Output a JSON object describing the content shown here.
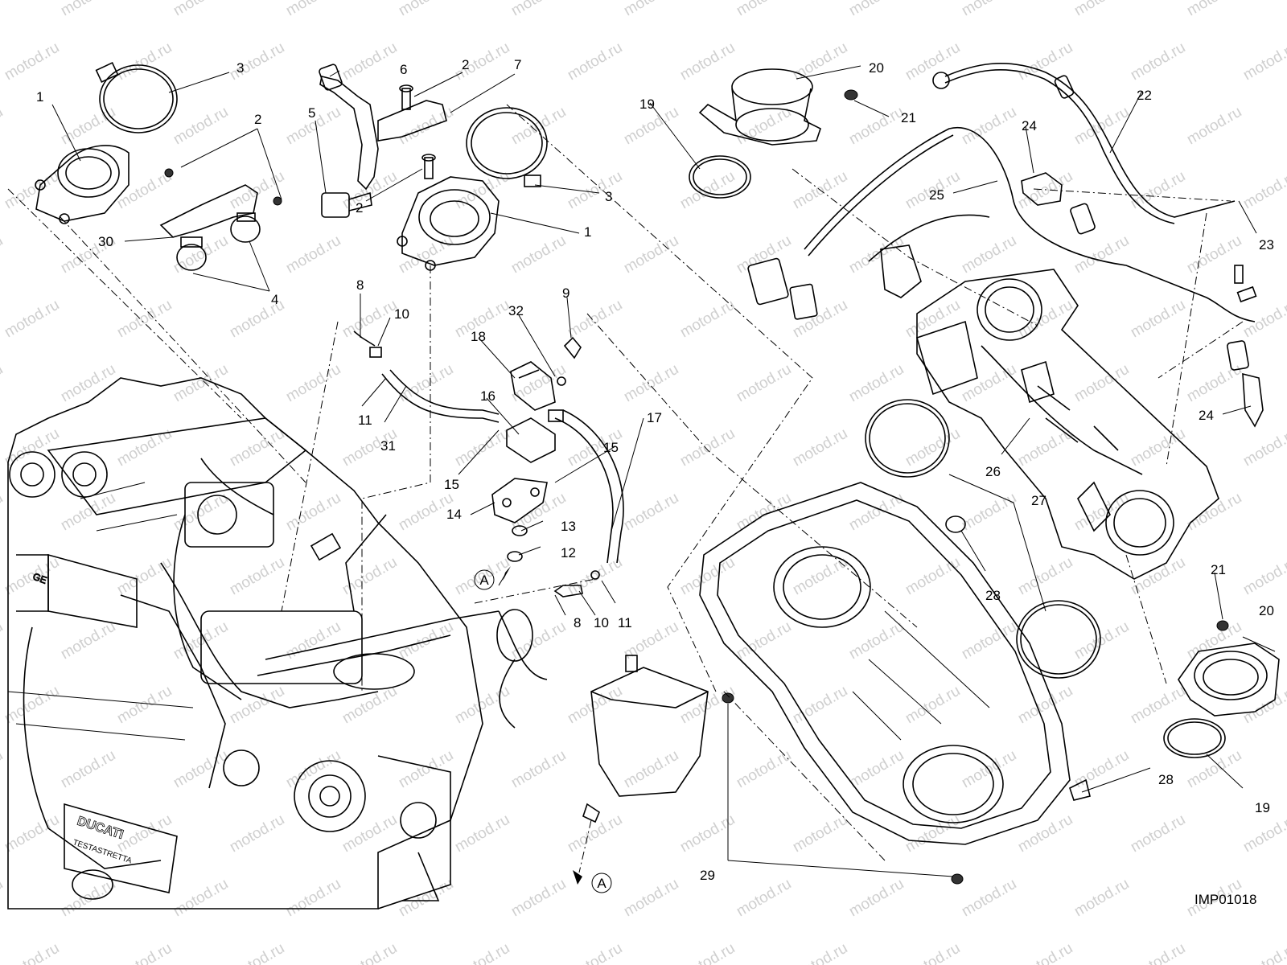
{
  "watermark": "motod.ru",
  "drawing_code": "IMP01018",
  "section_marker": "A",
  "callouts": {
    "c1a": "1",
    "c1b": "1",
    "c2a": "2",
    "c2b": "2",
    "c2c": "2",
    "c3a": "3",
    "c3b": "3",
    "c4": "4",
    "c5": "5",
    "c6": "6",
    "c7": "7",
    "c8a": "8",
    "c8b": "8",
    "c9": "9",
    "c10a": "10",
    "c10b": "10",
    "c11a": "11",
    "c11b": "11",
    "c12": "12",
    "c13": "13",
    "c14": "14",
    "c15a": "15",
    "c15b": "15",
    "c16": "16",
    "c17": "17",
    "c18": "18",
    "c19a": "19",
    "c19b": "19",
    "c20a": "20",
    "c20b": "20",
    "c21a": "21",
    "c21b": "21",
    "c22": "22",
    "c23": "23",
    "c24a": "24",
    "c24b": "24",
    "c25": "25",
    "c26": "26",
    "c27": "27",
    "c28a": "28",
    "c28b": "28",
    "c29": "29",
    "c30": "30",
    "c31": "31",
    "c32": "32"
  }
}
